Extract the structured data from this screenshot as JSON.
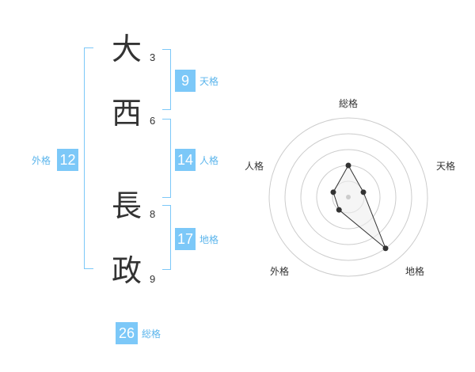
{
  "name": {
    "chars": [
      {
        "char": "大",
        "strokes": "3"
      },
      {
        "char": "西",
        "strokes": "6"
      },
      {
        "char": "長",
        "strokes": "8"
      },
      {
        "char": "政",
        "strokes": "9"
      }
    ]
  },
  "fortunes": {
    "tenkaku": {
      "value": "9",
      "label": "天格"
    },
    "jinkaku": {
      "value": "14",
      "label": "人格"
    },
    "chikaku": {
      "value": "17",
      "label": "地格"
    },
    "gaikaku": {
      "value": "12",
      "label": "外格"
    },
    "soukaku": {
      "value": "26",
      "label": "総格"
    }
  },
  "colors": {
    "accent": "#7cc8f8",
    "accent_text": "#5bb5ec",
    "text": "#333333",
    "grid": "#cccccc"
  },
  "chart_data": {
    "type": "radar",
    "axes": [
      "総格",
      "天格",
      "地格",
      "外格",
      "人格"
    ],
    "values": [
      2,
      1,
      4,
      1,
      1
    ],
    "rmax": 5
  }
}
